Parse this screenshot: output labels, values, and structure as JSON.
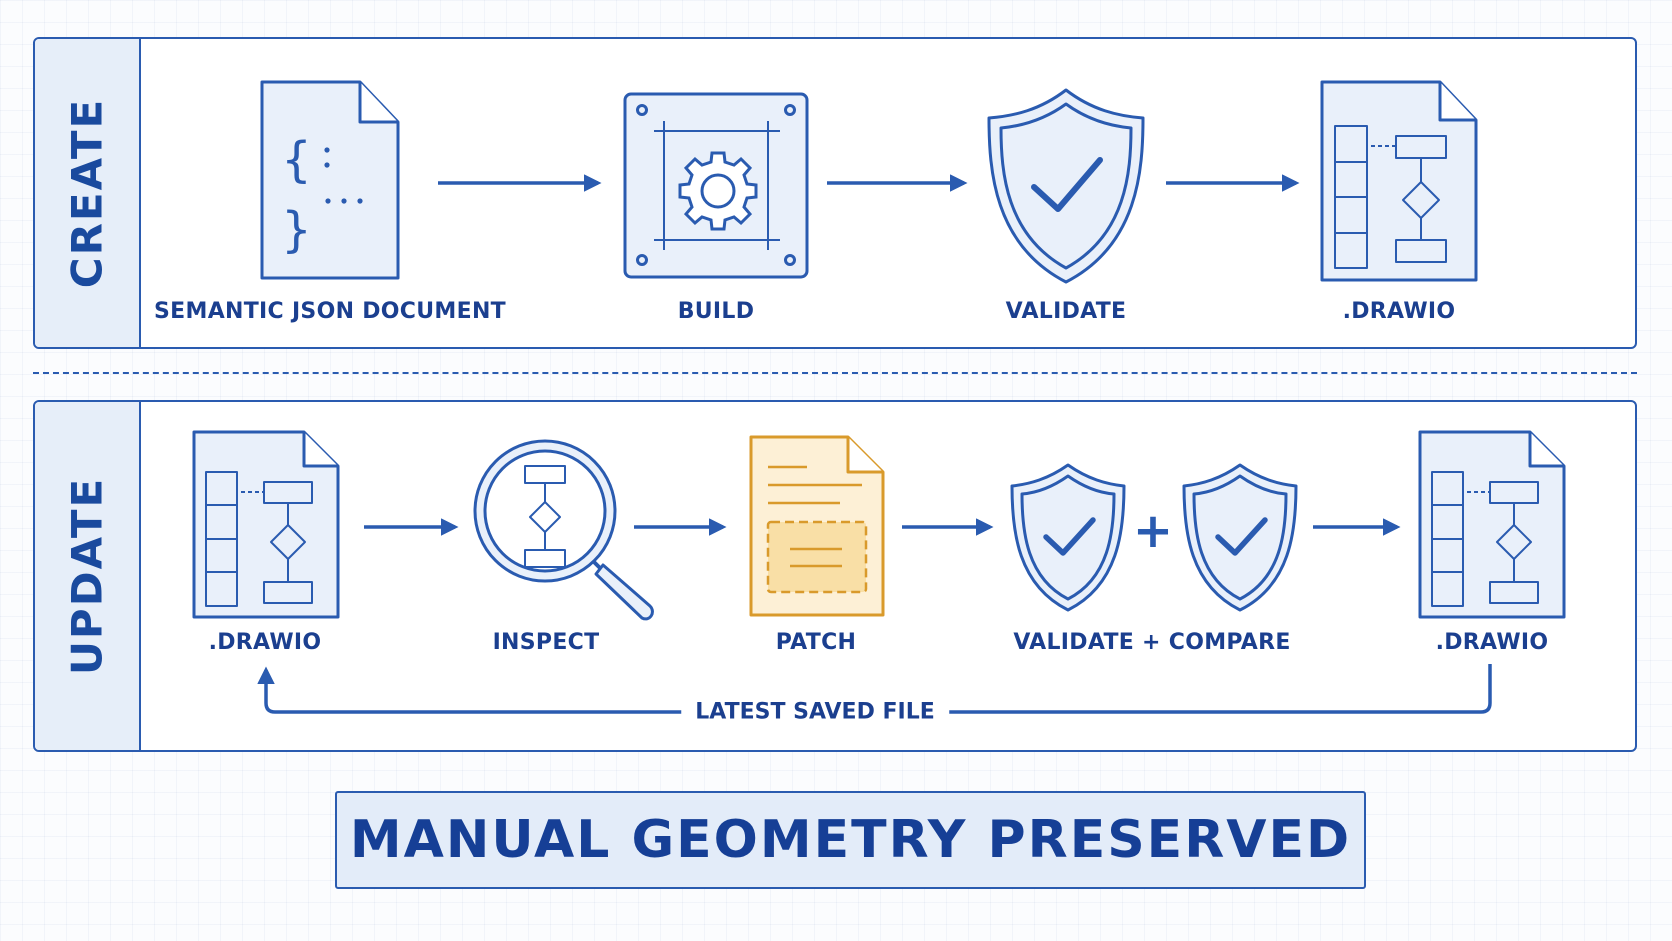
{
  "create": {
    "section_label": "CREATE",
    "steps": [
      "SEMANTIC JSON DOCUMENT",
      "BUILD",
      "VALIDATE",
      ".DRAWIO"
    ]
  },
  "update": {
    "section_label": "UPDATE",
    "steps": [
      ".DRAWIO",
      "INSPECT",
      "PATCH",
      "VALIDATE + COMPARE",
      ".DRAWIO"
    ],
    "plus_symbol": "+",
    "loop_label": "LATEST SAVED FILE"
  },
  "banner": "MANUAL GEOMETRY PRESERVED",
  "colors": {
    "primary": "#2a5bb0",
    "fill": "#e6eef9",
    "patch_stroke": "#d99a2b",
    "patch_fill": "#fbe6b8"
  }
}
